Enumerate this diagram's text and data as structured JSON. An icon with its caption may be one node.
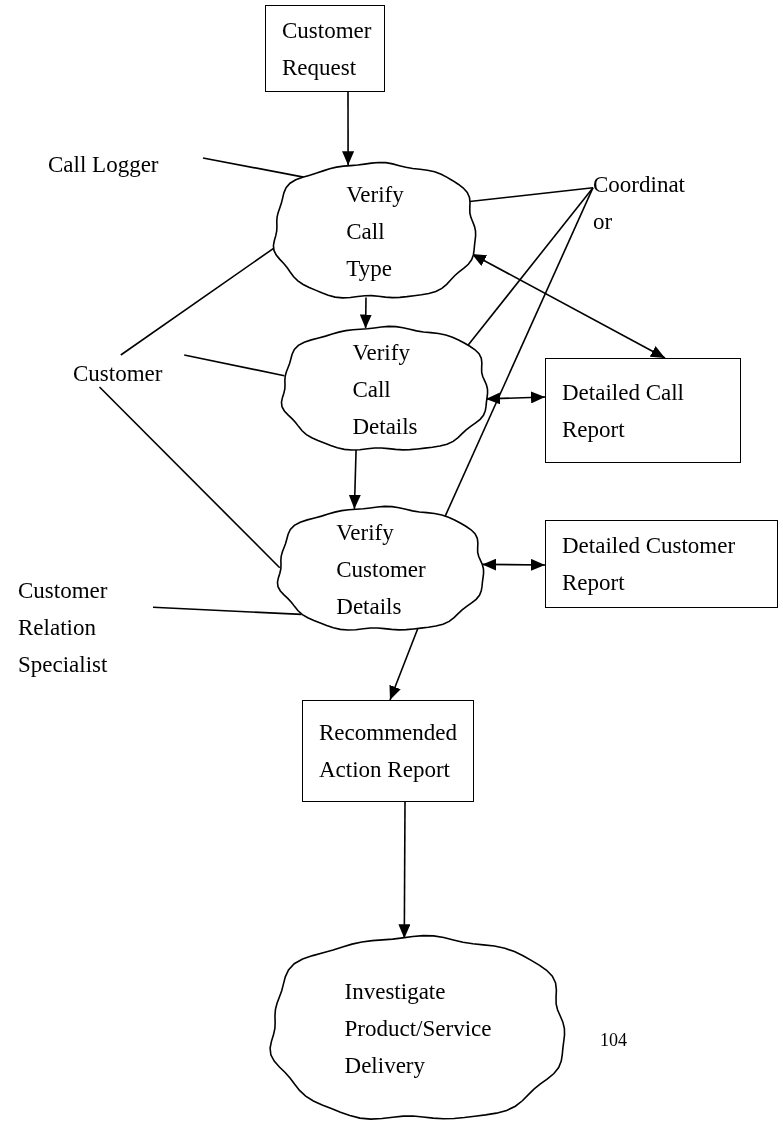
{
  "diagram": {
    "nodes": [
      {
        "text": [
          "Customer Request"
        ]
      },
      {
        "text": [
          "Call Logger"
        ]
      },
      {
        "text": [
          "Verify Call Type"
        ]
      },
      {
        "text": [
          "Coordinat or"
        ]
      },
      {
        "text": [
          "Customer"
        ]
      },
      {
        "text": [
          "Verify Call Details"
        ]
      },
      {
        "text": [
          "Detailed Call Report"
        ]
      },
      {
        "text": [
          "Verify Customer Details"
        ]
      },
      {
        "text": [
          "Detailed Customer Report"
        ]
      },
      {
        "text": [
          "Customer Relation Specialist"
        ]
      },
      {
        "text": [
          "Recommended Action Report"
        ]
      },
      {
        "text": [
          "Investigate Product/Service Delivery"
        ]
      }
    ],
    "edges": [
      {
        "from": 0,
        "to": 2,
        "arrow": "to"
      },
      {
        "from": 1,
        "to": 2,
        "arrow": "none"
      },
      {
        "from": 3,
        "to": 2,
        "arrow": "none"
      },
      {
        "from": 3,
        "to": 5,
        "arrow": "none"
      },
      {
        "from": 3,
        "to": 7,
        "arrow": "none"
      },
      {
        "from": 2,
        "to": 6,
        "arrow": "both"
      },
      {
        "from": 4,
        "to": 2,
        "arrow": "none"
      },
      {
        "from": 4,
        "to": 5,
        "arrow": "none"
      },
      {
        "from": 4,
        "to": 7,
        "arrow": "none"
      },
      {
        "from": 2,
        "to": 5,
        "arrow": "to"
      },
      {
        "from": 5,
        "to": 6,
        "arrow": "both"
      },
      {
        "from": 5,
        "to": 7,
        "arrow": "to"
      },
      {
        "from": 7,
        "to": 8,
        "arrow": "both"
      },
      {
        "from": 9,
        "to": 7,
        "arrow": "none"
      },
      {
        "from": 7,
        "to": 10,
        "arrow": "to"
      },
      {
        "from": 10,
        "to": 11,
        "arrow": "to"
      }
    ],
    "labels": [
      "104"
    ]
  }
}
